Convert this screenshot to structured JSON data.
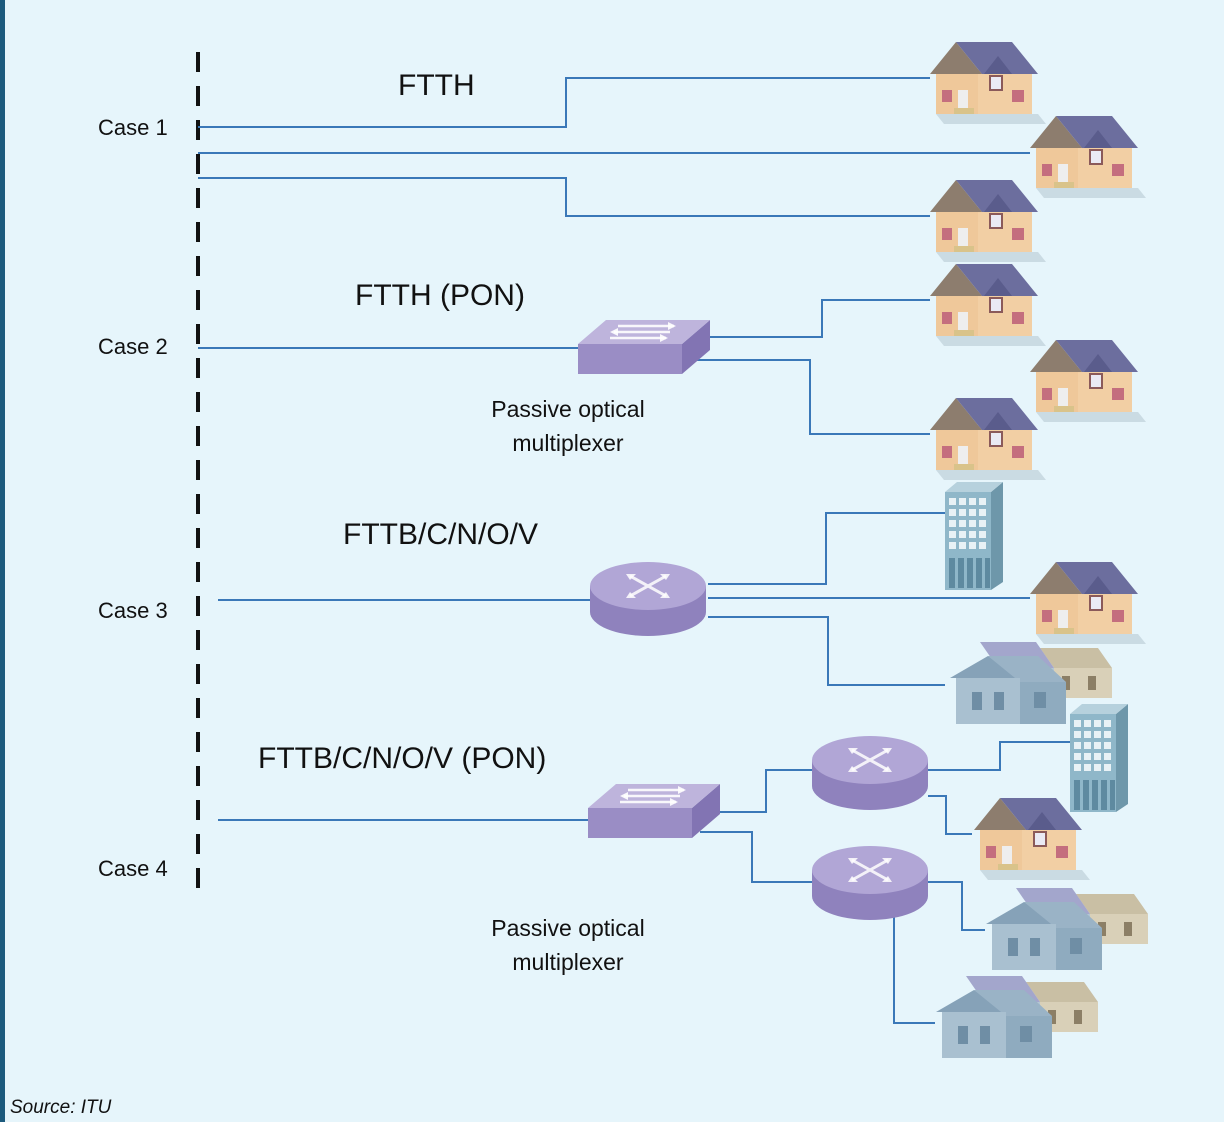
{
  "colors": {
    "background": "#e6f5fb",
    "line": "#3a78b8",
    "left_bar": "#1c5a7d",
    "house_wall": "#efc89a",
    "house_roof": "#6c6e9e",
    "building": "#8fb7c9",
    "router": "#9e92c8",
    "switch": "#a396cc"
  },
  "cases": [
    "Case 1",
    "Case 2",
    "Case 3",
    "Case 4"
  ],
  "technologies": [
    "FTTH",
    "FTTH (PON)",
    "FTTB/C/N/O/V",
    "FTTB/C/N/O/V (PON)"
  ],
  "devices": {
    "splitter_label_line1": "Passive optical",
    "splitter_label_line2": "multiplexer"
  },
  "icons": [
    "house-icon",
    "apartment-building-icon",
    "house-cluster-icon",
    "router-icon",
    "optical-splitter-icon"
  ],
  "source": "Source: ITU"
}
